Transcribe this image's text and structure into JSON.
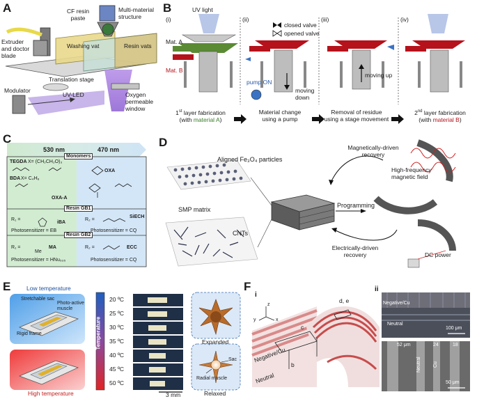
{
  "panels": {
    "a": "A",
    "b": "B",
    "c": "C",
    "d": "D",
    "e": "E",
    "f": "F"
  },
  "panel_a": {
    "cf_resin": "CF resin\npaste",
    "extruder": "Extruder\nand doctor\nblade",
    "washing": "Washing vat",
    "multi": "Multi-material\nstructure",
    "resin_vats": "Resin vats",
    "translation": "Translation stage",
    "modulator": "Modulator",
    "uvled": "UV-LED",
    "oxygen": "Oxygen\npermeable\nwindow"
  },
  "panel_b": {
    "steps": [
      "(i)",
      "(ii)",
      "(iii)",
      "(iv)"
    ],
    "uv_light": "UV light",
    "mat_a": "Mat. A",
    "mat_b": "Mat. B",
    "closed_valve": "closed valve",
    "opened_valve": "opened valve",
    "pump_on": "pump ON",
    "moving_down": "moving\ndown",
    "moving_up": "moving up",
    "cap1_a": "1",
    "cap1_sup": "st",
    "cap1_b": " layer fabrication",
    "cap1_c": "(with ",
    "cap1_d": "material A",
    "cap1_e": ")",
    "cap2": "Material change\nusing a pump",
    "cap3": "Removal of residue\nusing a stage movement",
    "cap4_a": "2",
    "cap4_sup": "nd",
    "cap4_b": " layer fabrication",
    "cap4_c": "(with ",
    "cap4_d": "material B",
    "cap4_e": ")"
  },
  "panel_c": {
    "nm530": "530 nm",
    "nm470": "470 nm",
    "monomers": "Monomers",
    "tegda": "TEGDA",
    "tegda_x": "X= (CH₂CH₂O)₃",
    "bda": "BDA",
    "bda_x": "X= C₄H₈",
    "oxa_a": "OXA-A",
    "oxa": "OXA",
    "resin_gb1": "Resin GB1",
    "r1": "R₁ =",
    "iba": "iBA",
    "r2": "R₂ =",
    "siech": "SiECH",
    "ps_eb": "Photosensitizer = EB",
    "ps_cq1": "Photosensitizer = CQ",
    "resin_gb2": "Resin GB2",
    "ma": "MA",
    "me": "Me",
    "ecc": "ECC",
    "ps_hnu": "Photosensitizer = HNu₅₃₅",
    "ps_cq2": "Photosensitizer = CQ"
  },
  "panel_d": {
    "aligned": "Aligned Fe₃O₄ particles",
    "smp": "SMP matrix",
    "cnts": "CNTs",
    "mag_rec": "Magnetically-driven\nrecovery",
    "hf": "High-frequency\nmagnetic field",
    "programming": "Programming",
    "elec_rec": "Electrically-driven\nrecovery",
    "dc": "DC power"
  },
  "panel_e": {
    "low": "Low temperature",
    "sac": "Stretchable sac",
    "photo": "Photo-active\nmuscle",
    "rigid": "Rigid frame",
    "high": "High temperature",
    "temperature": "Temperature",
    "temps": [
      "20 ºC",
      "25 ºC",
      "30 ºC",
      "35 ºC",
      "40 ºC",
      "45 ºC",
      "50 ºC"
    ],
    "scale": "3 mm",
    "expanded": "Expanded",
    "sac_label": "Sac",
    "radial": "Radial muscle",
    "relaxed": "Relaxed"
  },
  "panel_f": {
    "i": "i",
    "ii": "ii",
    "axis": [
      "z",
      "y",
      "x"
    ],
    "de": "d, e",
    "c": "c",
    "b": "b",
    "neg_cu": "Negative/Cu",
    "neutral": "Neutral",
    "neg_cu2": "Negative/Cu",
    "neutral2": "Neutral",
    "s100": "100 μm",
    "m52": "52 μm",
    "m24": "24",
    "m18": "18",
    "neutral3": "Neutral",
    "cu3": "Cu",
    "s50": "50 μm"
  },
  "colors": {
    "red": "#b5121b",
    "green": "#4a7a2c",
    "purple": "#9b6fd6",
    "blue_grad": "#2a6fbf",
    "red_grad": "#e03030"
  }
}
